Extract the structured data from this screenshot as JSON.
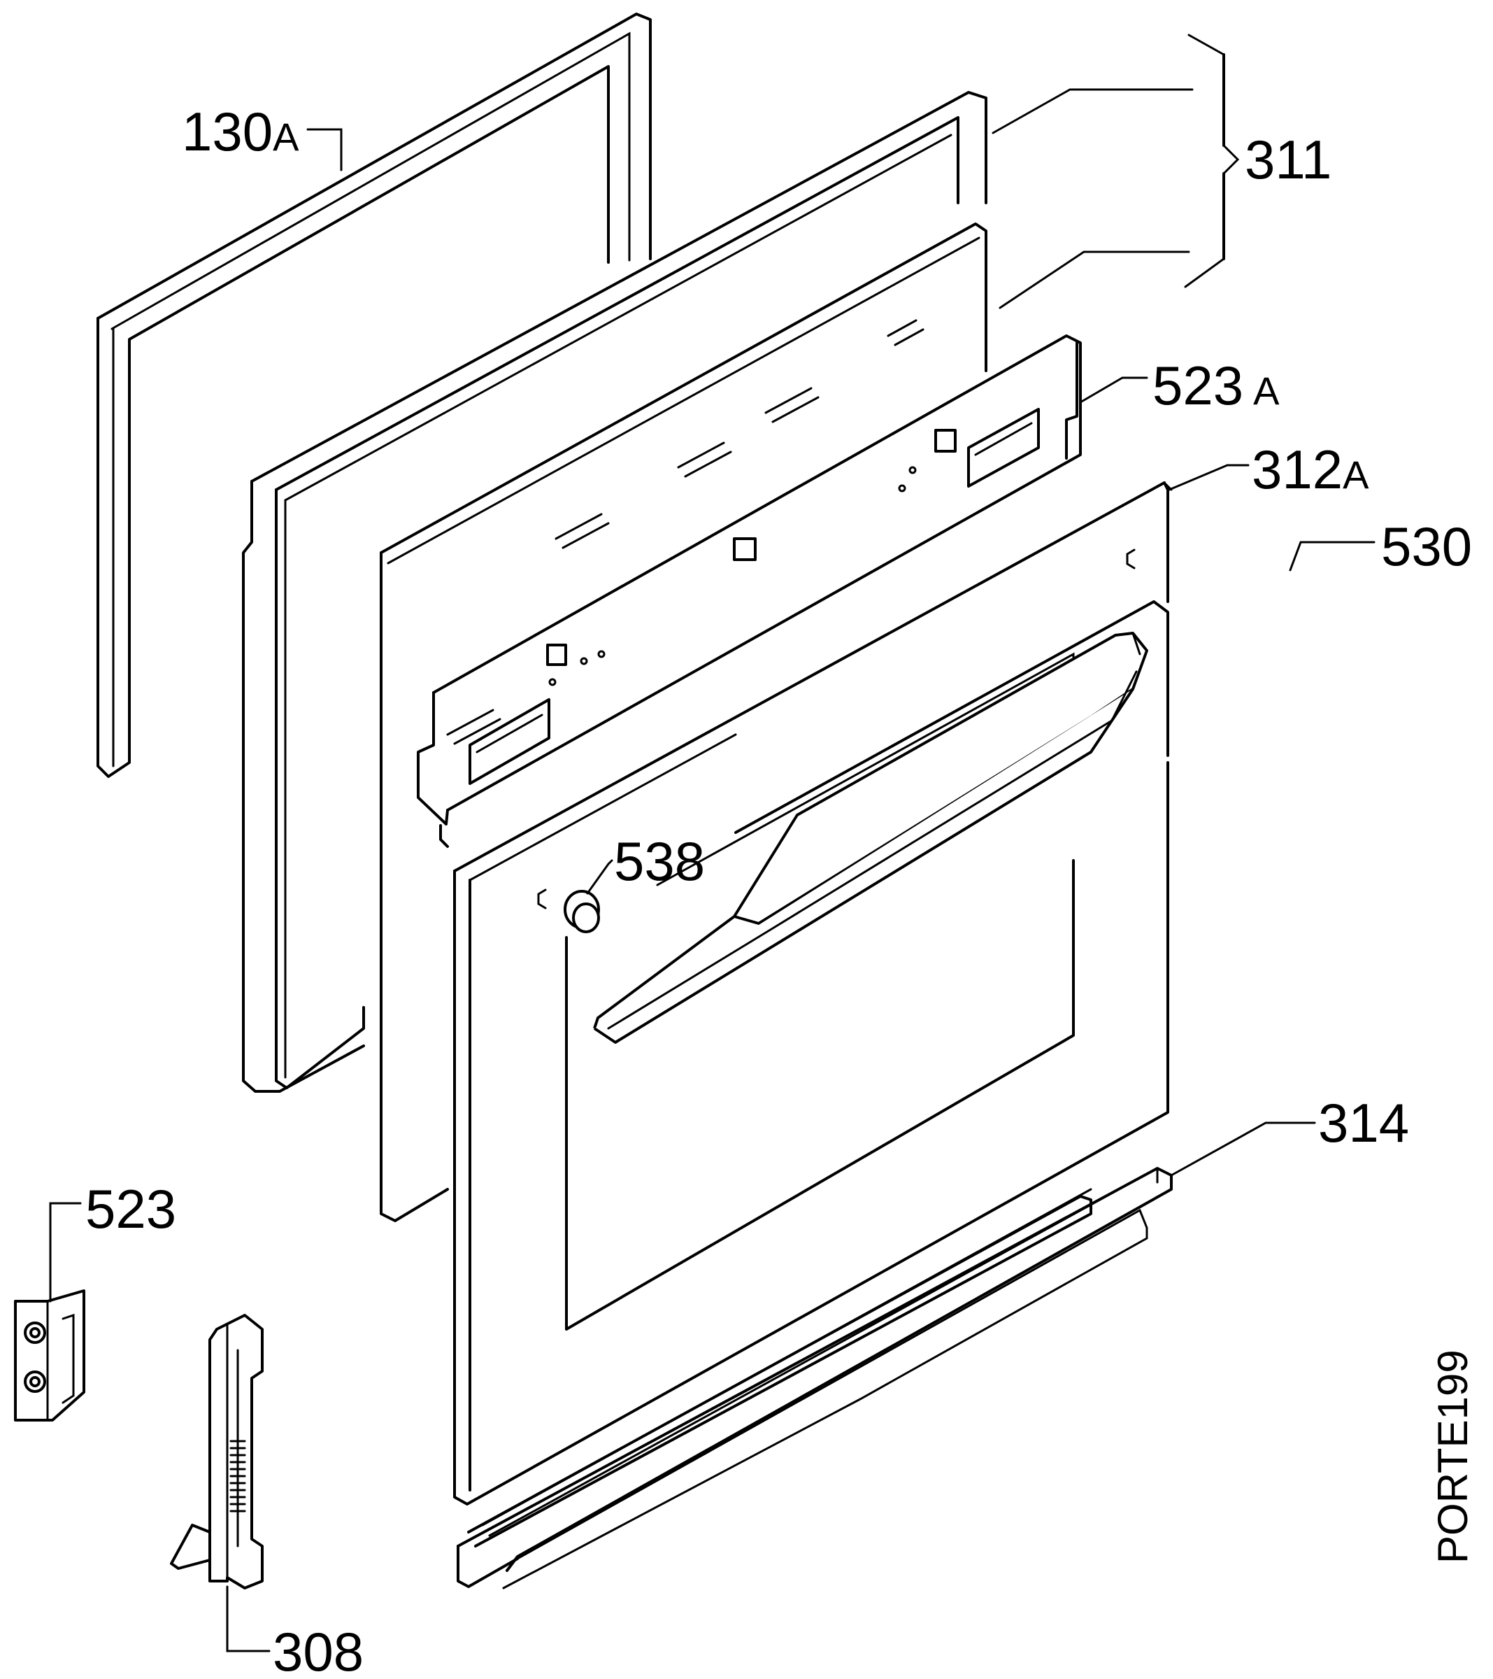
{
  "parts": {
    "p130": {
      "num": "130",
      "suffix": "A"
    },
    "p311": {
      "num": "311"
    },
    "p523a": {
      "num": "523",
      "suffix": "A"
    },
    "p312a": {
      "num": "312",
      "suffix": "A"
    },
    "p530": {
      "num": "530"
    },
    "p538": {
      "num": "538"
    },
    "p314": {
      "num": "314"
    },
    "p523": {
      "num": "523"
    },
    "p308": {
      "num": "308"
    }
  },
  "drawing_code": "PORTE199",
  "colors": {
    "ink": "#000000",
    "paper": "#ffffff"
  }
}
